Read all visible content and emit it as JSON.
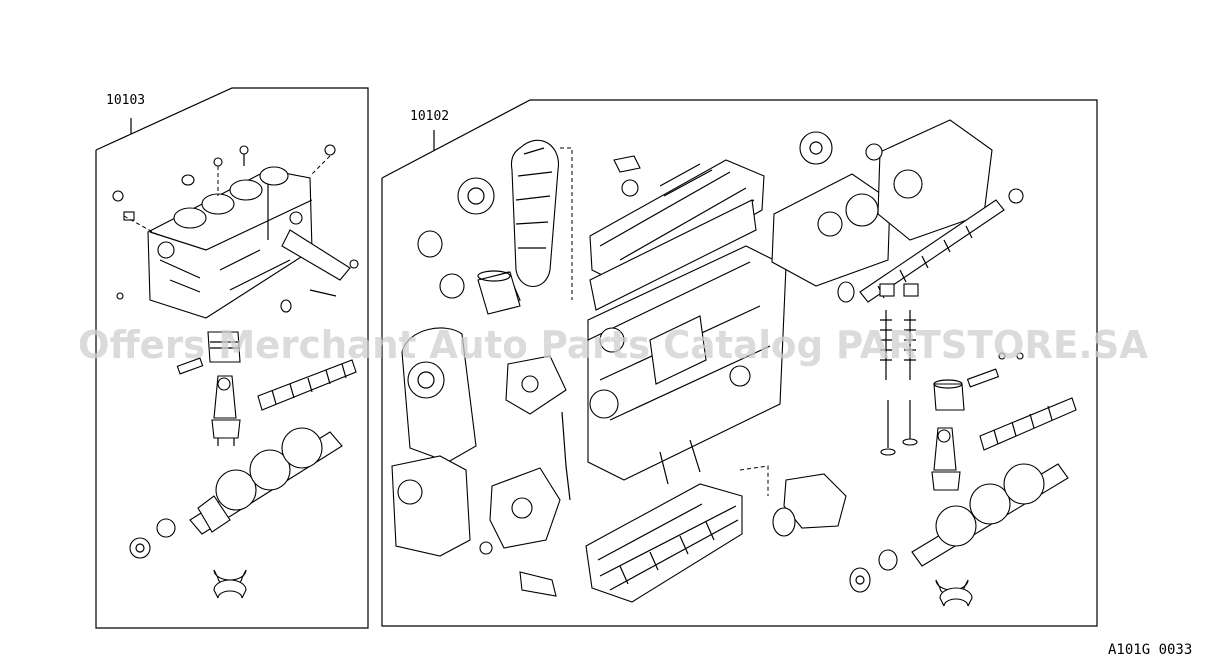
{
  "assemblies": [
    {
      "part_number": "10103"
    },
    {
      "part_number": "10102"
    }
  ],
  "figure_code": "A101G 0033",
  "watermark": "Offers Merchant Auto Parts Catalog PARTSTORE.SA"
}
